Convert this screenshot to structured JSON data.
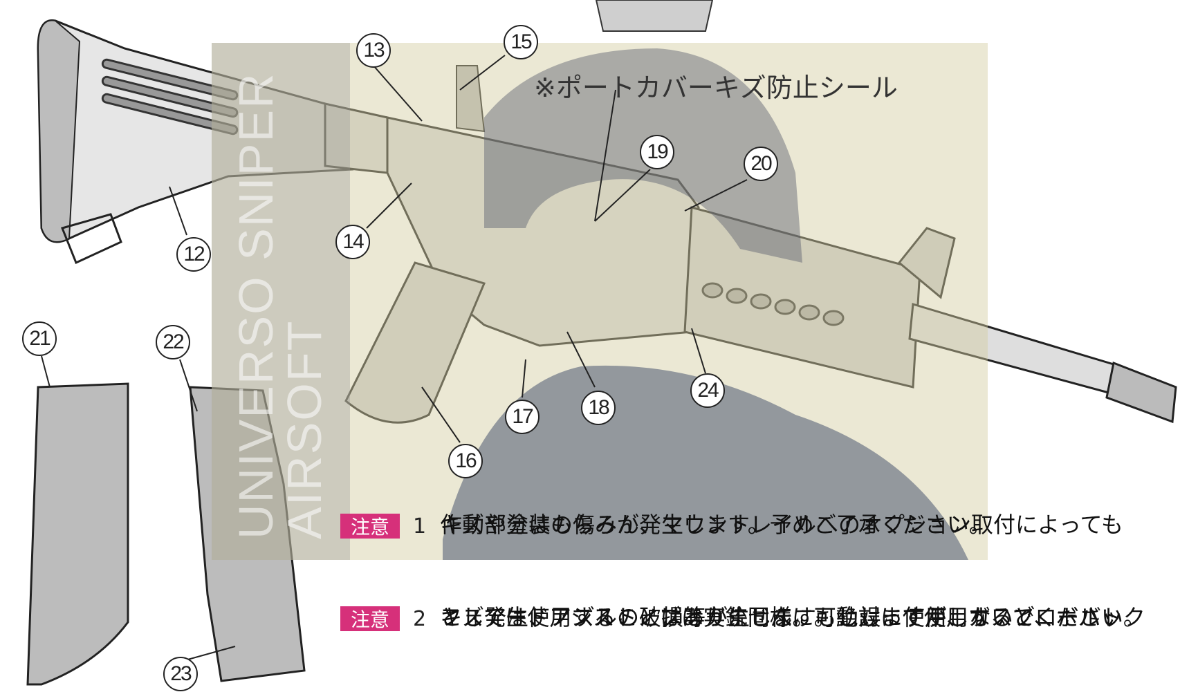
{
  "callouts": [
    "13",
    "15",
    "19",
    "20",
    "14",
    "12",
    "21",
    "22",
    "24",
    "17",
    "18",
    "16",
    "23"
  ],
  "seal_label": "※ポートカバーキズ防止シール",
  "watermark": {
    "line1": "UNIVERSO SNIPER",
    "line2": "AIRSOFT"
  },
  "notices": [
    {
      "badge": "注意",
      "number": "1",
      "lines": [
        "作動部分はもちろん、マウントレイルへのオプション取付によっても",
        "キズや塗装の傷みが発生します。予めご了承ください。"
      ]
    },
    {
      "badge": "注意",
      "number": "2",
      "lines": [
        "フォアードアシストノブは実銃同様に可動しますが、ガスブローバック",
        "としては使用することはありません。もし誤って使用すると、ボルト",
        "キズ発生、ノズルの破損等が生じます。絶対に使用しないでください。"
      ]
    }
  ],
  "colors": {
    "badge": "#d6307a",
    "overlay": "#d2cda0",
    "ink": "#222222"
  }
}
